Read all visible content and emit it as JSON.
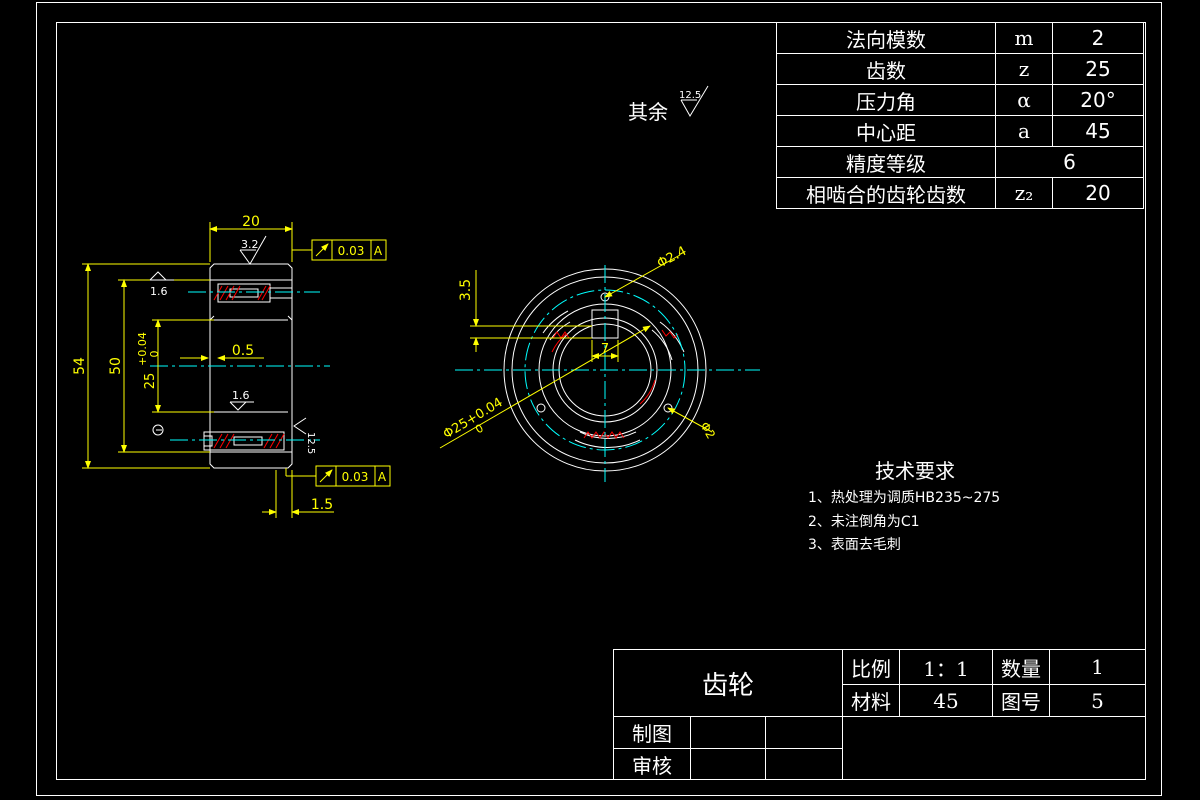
{
  "param_table": [
    {
      "label": "法向模数",
      "symbol": "m",
      "value": "2"
    },
    {
      "label": "齿数",
      "symbol": "z",
      "value": "25"
    },
    {
      "label": "压力角",
      "symbol": "α",
      "value": "20°"
    },
    {
      "label": "中心距",
      "symbol": "a",
      "value": "45"
    },
    {
      "label": "精度等级",
      "symbol": "",
      "value": "6"
    },
    {
      "label": "相啮合的齿轮齿数",
      "symbol": "z₂",
      "value": "20"
    }
  ],
  "surface_note": {
    "prefix": "其余",
    "roughness": "12.5"
  },
  "side_view": {
    "width_dim": "20",
    "od_dim": "54",
    "d2_dim": "50",
    "bore_dim": "25",
    "bore_tol_upper": "+0.04",
    "bore_tol_lower": "0",
    "gap_dim": "0.5",
    "offset_dim": "1.5",
    "roughness_top": "3.2",
    "roughness_a": "1.6",
    "roughness_b": "1.6",
    "roughness_c": "12.5",
    "runout_value": "0.03",
    "datum": "A"
  },
  "front_view": {
    "hole_dim": "Φ2.4",
    "key_height_dim": "3.5",
    "key_width_dim": "7",
    "bore_dim": "Φ25+0.04",
    "bore_tol_lower": "0",
    "pin_dim": "Φ2"
  },
  "tech_requirements": {
    "title": "技术要求",
    "items": [
      "1、热处理为调质HB235~275",
      "2、未注倒角为C1",
      "3、表面去毛刺"
    ]
  },
  "title_block": {
    "part_name": "齿轮",
    "scale_label": "比例",
    "scale_value": "1：1",
    "qty_label": "数量",
    "qty_value": "1",
    "material_label": "材料",
    "material_value": "45",
    "drawing_no_label": "图号",
    "drawing_no_value": "5",
    "drawn_label": "制图",
    "checked_label": "审核"
  },
  "colors": {
    "line": "#ffffff",
    "dimension": "#ffff00",
    "centerline": "#00ffff",
    "hatch": "#ff0000"
  }
}
